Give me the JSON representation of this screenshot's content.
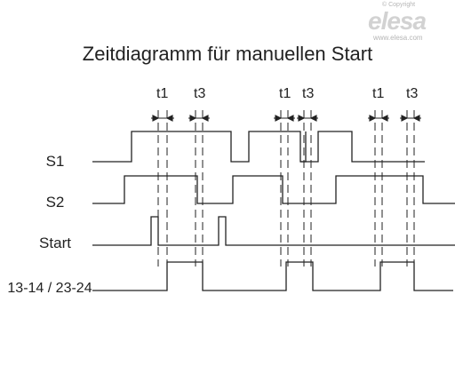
{
  "title": "Zeitdiagramm für manuellen Start",
  "watermark": {
    "copyright": "© Copyright",
    "logo": "elesa",
    "url": "www.elesa.com"
  },
  "time_markers": [
    {
      "label": "t1"
    },
    {
      "label": "t3"
    },
    {
      "label": "t1"
    },
    {
      "label": "t3"
    },
    {
      "label": "t1"
    },
    {
      "label": "t3"
    }
  ],
  "signals": [
    {
      "label": "S1"
    },
    {
      "label": "S2"
    },
    {
      "label": "Start"
    },
    {
      "label": "13-14 / 23-24"
    }
  ]
}
